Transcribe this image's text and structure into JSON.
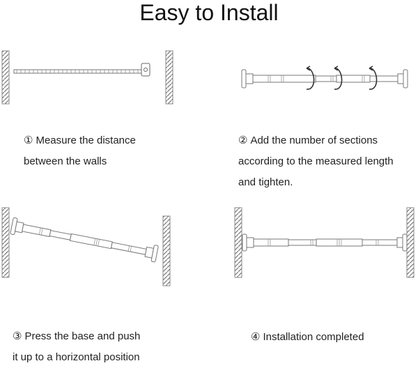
{
  "title": "Easy to Install",
  "steps": [
    {
      "num": "①",
      "line1": "Measure the distance",
      "line2": "between the walls",
      "line3": ""
    },
    {
      "num": "②",
      "line1": "Add the number of sections",
      "line2": "according to the measured length",
      "line3": "and tighten."
    },
    {
      "num": "③",
      "line1": "Press the base and push",
      "line2": "it up to a horizontal position",
      "line3": ""
    },
    {
      "num": "④",
      "line1": "Installation completed",
      "line2": "",
      "line3": ""
    }
  ]
}
